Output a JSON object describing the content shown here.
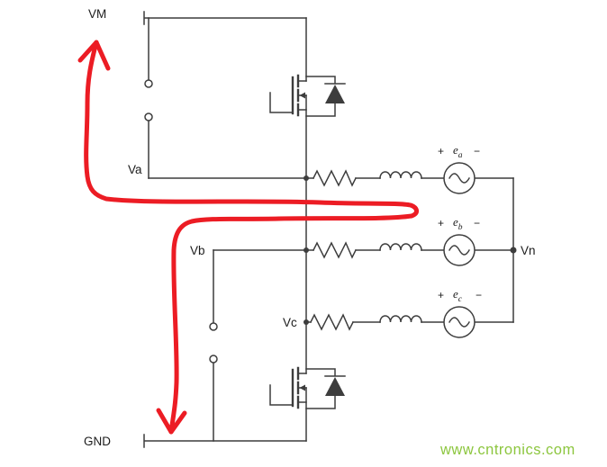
{
  "diagram": {
    "rails": {
      "top": "VM",
      "bottom": "GND"
    },
    "nodes": {
      "phase_a": "Va",
      "phase_b": "Vb",
      "phase_c": "Vc",
      "neutral": "Vn"
    },
    "sources": [
      {
        "plus": "+",
        "name": "e",
        "subscript": "a",
        "minus": "−"
      },
      {
        "plus": "+",
        "name": "e",
        "subscript": "b",
        "minus": "−"
      },
      {
        "plus": "+",
        "name": "e",
        "subscript": "c",
        "minus": "−"
      }
    ],
    "colors": {
      "wire": "#3d3d3d",
      "label": "#1c1c1c",
      "annotation_red": "#EC1C24",
      "watermark_green": "#8CC63E"
    },
    "watermark": "www.cntronics.com"
  }
}
